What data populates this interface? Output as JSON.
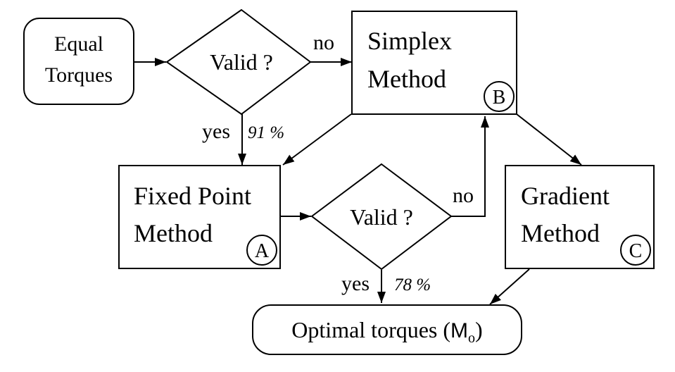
{
  "nodes": {
    "equal_torques": {
      "line1": "Equal",
      "line2": "Torques"
    },
    "valid_1": {
      "label": "Valid ?"
    },
    "simplex": {
      "line1": "Simplex",
      "line2": "Method",
      "badge": "B"
    },
    "fixed_point": {
      "line1": "Fixed Point",
      "line2": "Method",
      "badge": "A"
    },
    "valid_2": {
      "label": "Valid ?"
    },
    "gradient": {
      "line1": "Gradient",
      "line2": "Method",
      "badge": "C"
    },
    "optimal": {
      "label": "Optimal torques (",
      "symbol": "M",
      "subscript": "o",
      "close": ")"
    }
  },
  "edges": {
    "valid1_no": "no",
    "valid1_yes": "yes",
    "valid1_yes_pct": "91 %",
    "valid2_no": "no",
    "valid2_yes": "yes",
    "valid2_yes_pct": "78 %"
  },
  "colors": {
    "stroke": "#000000",
    "fill": "#ffffff"
  }
}
